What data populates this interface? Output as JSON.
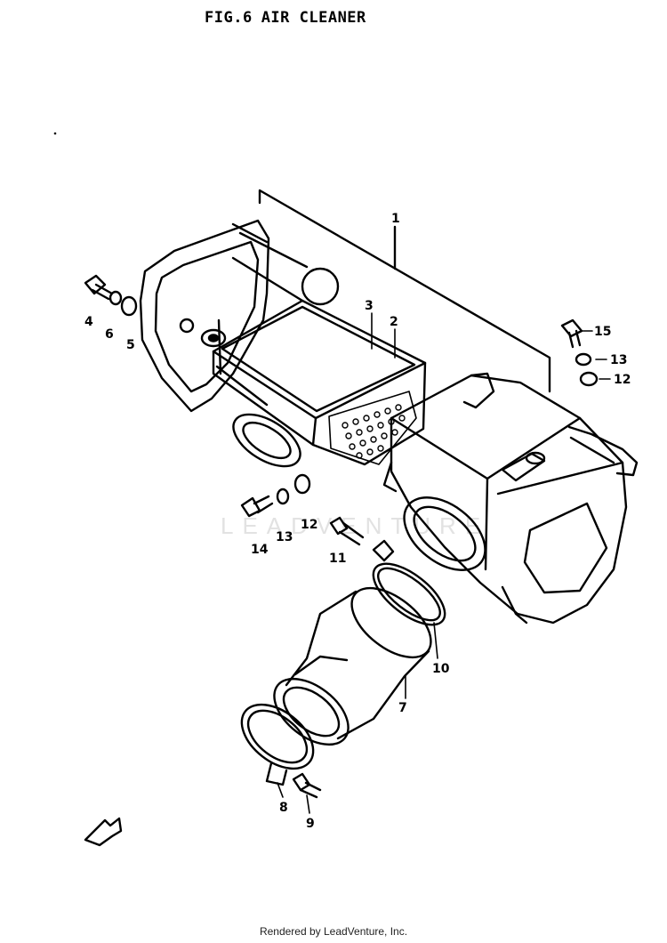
{
  "figure": {
    "number": "FIG.6",
    "title": "AIR CLEANER"
  },
  "watermark": "LEADVENTURE",
  "footer": "Rendered by LeadVenture, Inc.",
  "callouts": {
    "c1": "1",
    "c2": "2",
    "c3": "3",
    "c4": "4",
    "c5": "5",
    "c6": "6",
    "c7": "7",
    "c8": "8",
    "c9": "9",
    "c10": "10",
    "c11": "11",
    "c12a": "12",
    "c12b": "12",
    "c13a": "13",
    "c13b": "13",
    "c14": "14",
    "c15": "15"
  }
}
